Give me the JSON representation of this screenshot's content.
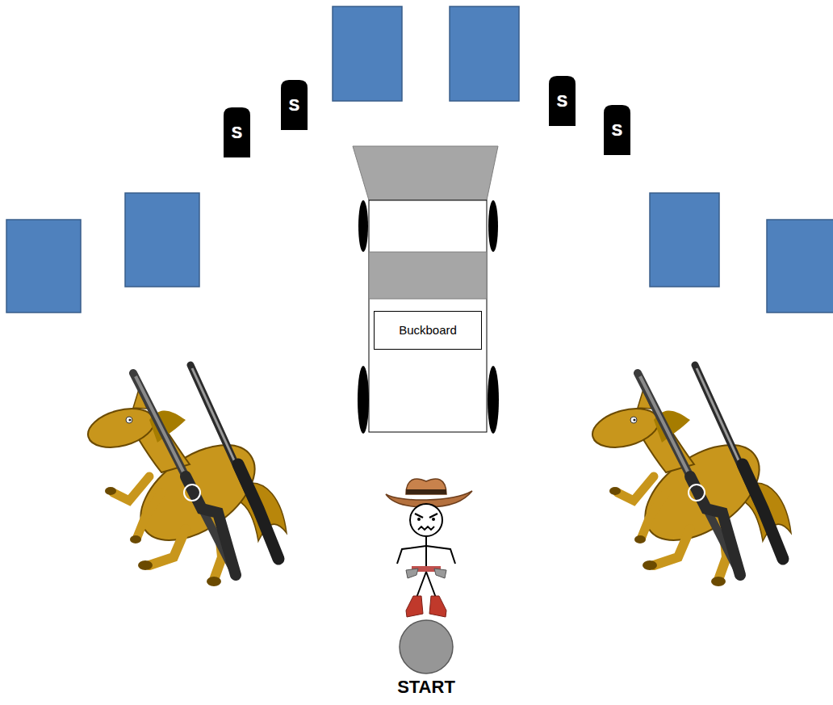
{
  "diagram": {
    "nodes": [
      {
        "text": [
          "S"
        ]
      },
      {
        "text": [
          "S"
        ]
      },
      {
        "text": [
          "S"
        ]
      },
      {
        "text": [
          "S"
        ]
      },
      {
        "text": [
          "Buckboard"
        ]
      },
      {
        "text": [
          "START"
        ]
      }
    ]
  }
}
